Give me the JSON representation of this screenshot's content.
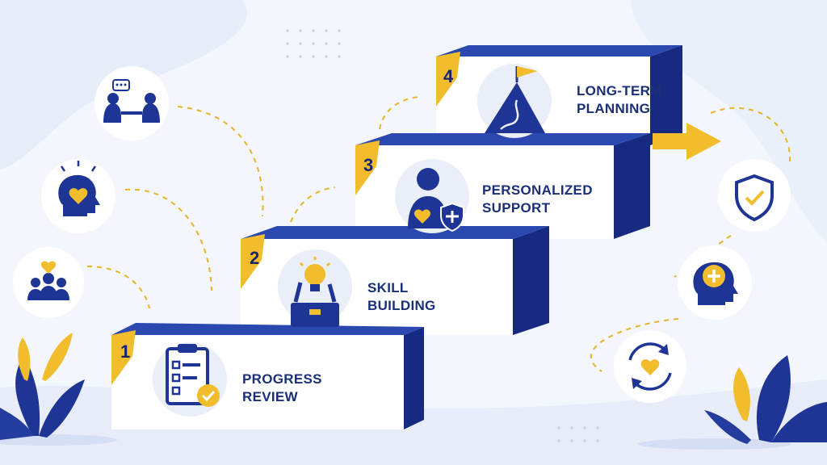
{
  "colors": {
    "navy": "#1f3596",
    "navy_dark": "#152a80",
    "gold": "#f1bd2d",
    "background": "#f3f6fc",
    "card": "#ffffff"
  },
  "steps": [
    {
      "number": "1",
      "line1": "PROGRESS",
      "line2": "REVIEW",
      "icon": "clipboard-check-icon"
    },
    {
      "number": "2",
      "line1": "SKILL",
      "line2": "BUILDING",
      "icon": "toolbox-lightbulb-icon"
    },
    {
      "number": "3",
      "line1": "PERSONALIZED",
      "line2": "SUPPORT",
      "icon": "person-shield-icon"
    },
    {
      "number": "4",
      "line1": "LONG-TERM",
      "line2": "PLANNING",
      "icon": "mountain-flag-icon"
    }
  ],
  "side_icons": {
    "left": [
      "counseling-session-icon",
      "mind-heart-icon",
      "community-heart-icon"
    ],
    "right": [
      "shield-check-icon",
      "brain-care-icon",
      "heart-cycle-icon"
    ]
  }
}
